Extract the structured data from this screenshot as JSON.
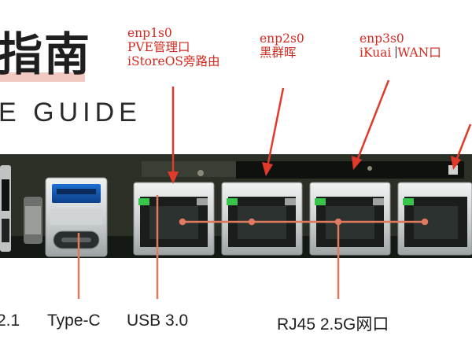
{
  "header": {
    "title_cn": "指南",
    "title_en": "E GUIDE"
  },
  "annotations": {
    "port1": {
      "line1": "enp1s0",
      "line2": "PVE管理口",
      "line3": "iStoreOS旁路由"
    },
    "port2": {
      "line1": "enp2s0",
      "line2": "黑群晖"
    },
    "port3": {
      "line1": "enp3s0",
      "line2_pre": "iKuai ",
      "line2_post": "WAN口"
    }
  },
  "labels": {
    "left_partial": "2.1",
    "type_c": "Type-C",
    "usb": "USB 3.0",
    "rj45": "RJ45 2.5G网口"
  },
  "colors": {
    "annotation_red": "#d22a1f",
    "callout_line": "#e07a5f",
    "board": "#1f241d",
    "port_metal": "#d9dcdd"
  }
}
